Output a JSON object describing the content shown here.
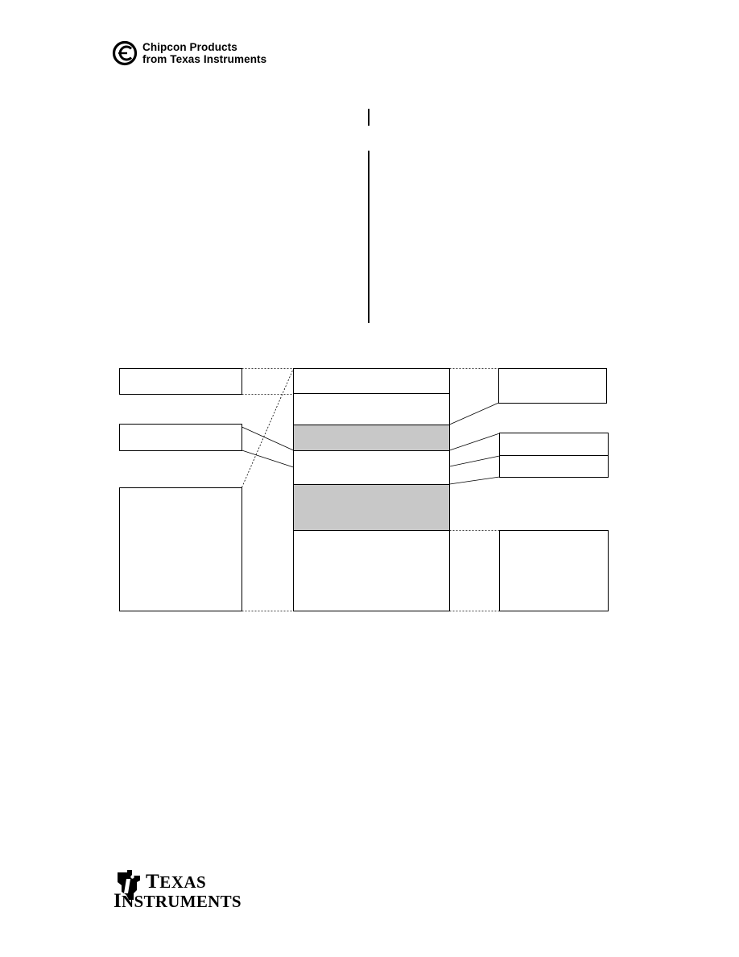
{
  "header": {
    "logo_line1": "Chipcon Products",
    "logo_line2": "from Texas Instruments"
  },
  "footer": {
    "ti_line1_cap": "T",
    "ti_line1_rest": "EXAS",
    "ti_line2_cap": "I",
    "ti_line2_rest": "NSTRUMENTS"
  },
  "colors": {
    "shaded_block": "#c8c8c8",
    "line": "#000000"
  },
  "icons": [
    "chipcon-logo-icon",
    "texas-instruments-logo-icon"
  ]
}
